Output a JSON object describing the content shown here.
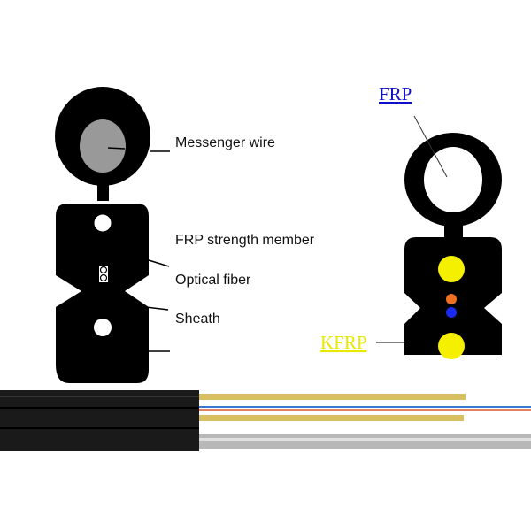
{
  "left_diagram": {
    "labels": [
      "Messenger wire",
      "FRP strength member",
      "Optical fiber",
      "Sheath"
    ]
  },
  "right_diagram": {
    "frp_label": "FRP",
    "kfrp_label": "KFRP"
  },
  "colors": {
    "sheath": "#000000",
    "messenger": "#9a9a9a",
    "frp_label": "#1010c8",
    "kfrp_label": "#e8e800",
    "kfrp_member": "#f5f000",
    "fiber_orange": "#f07020",
    "fiber_blue": "#1a2af0"
  }
}
